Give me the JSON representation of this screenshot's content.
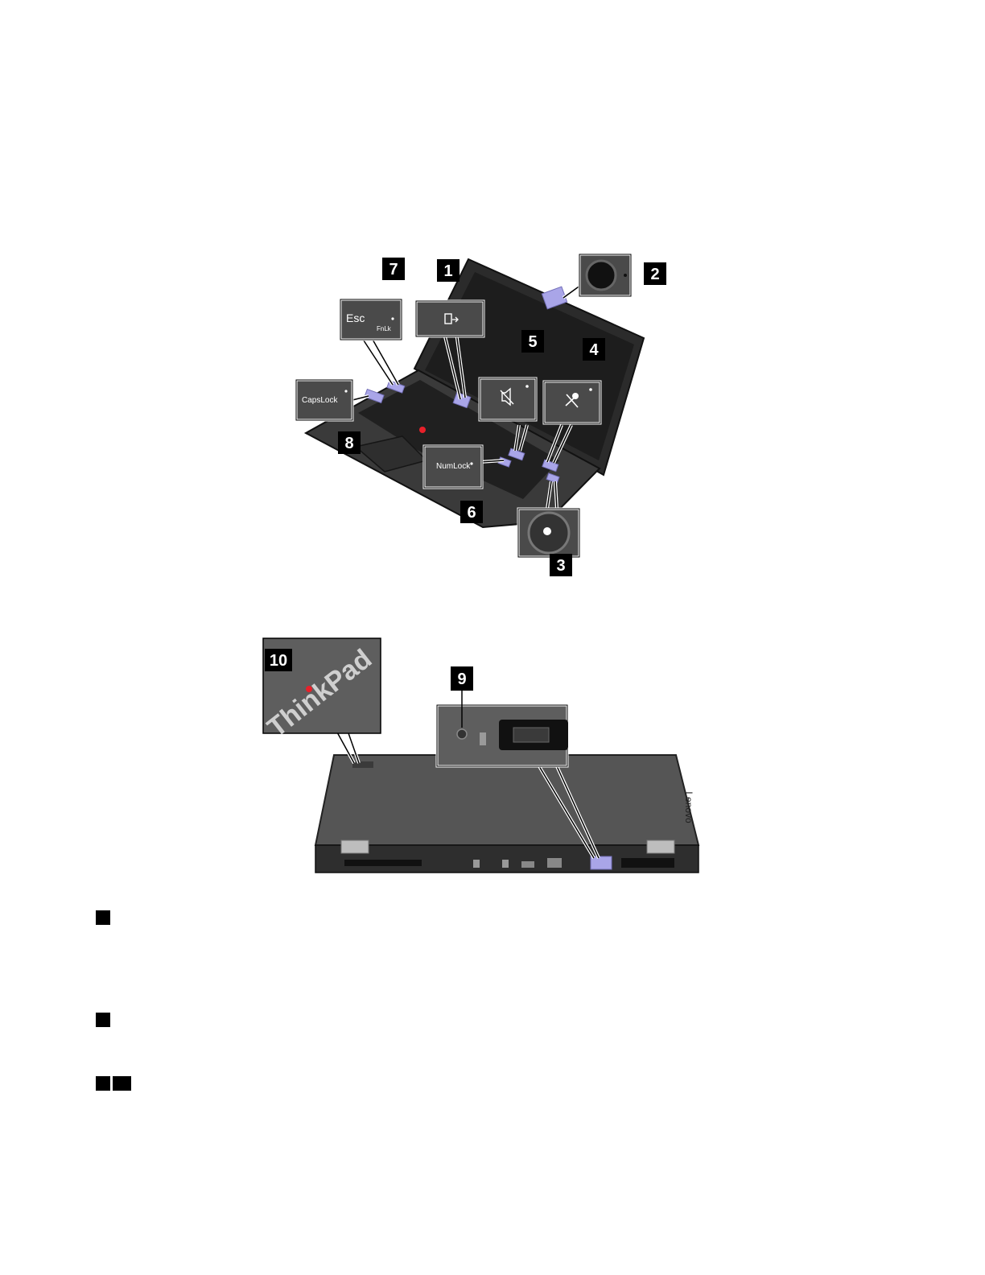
{
  "top_figure": {
    "callouts": {
      "c1": "1",
      "c2": "2",
      "c3": "3",
      "c4": "4",
      "c5": "5",
      "c6": "6",
      "c7": "7",
      "c8": "8"
    },
    "keys": {
      "esc": "Esc",
      "fnlk": "FnLk",
      "capslock": "CapsLock",
      "numlock": "NumLock"
    }
  },
  "bottom_figure": {
    "callouts": {
      "c9": "9",
      "c10": "10"
    },
    "logo_text": "ThinkPad",
    "brand_text": "Lenovo"
  },
  "colors": {
    "highlight": "#a9a5e8",
    "laptop_body": "#3c3c3c",
    "callout_bg": "#000000",
    "led_red": "#e8202a"
  }
}
